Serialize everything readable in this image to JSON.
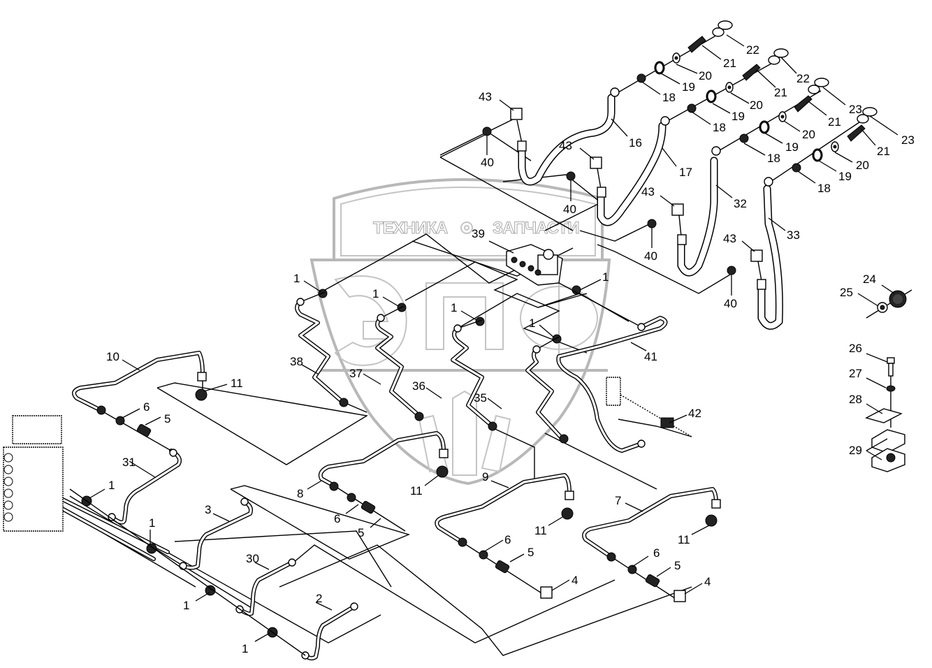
{
  "diagram": {
    "type": "exploded-parts-diagram",
    "subject": "hydraulic pilot lines and hoses",
    "watermark": {
      "text_left": "ТЕХНИКА",
      "text_right": "ЗАПЧАСТИ",
      "logo_letters": "ЭПФ",
      "icon": "gear-icon"
    },
    "callouts": [
      {
        "id": "c22a",
        "label": "22"
      },
      {
        "id": "c21a",
        "label": "21"
      },
      {
        "id": "c20a",
        "label": "20"
      },
      {
        "id": "c19a",
        "label": "19"
      },
      {
        "id": "c18a",
        "label": "18"
      },
      {
        "id": "c22b",
        "label": "22"
      },
      {
        "id": "c21b",
        "label": "21"
      },
      {
        "id": "c20b",
        "label": "20"
      },
      {
        "id": "c19b",
        "label": "19"
      },
      {
        "id": "c18b",
        "label": "18"
      },
      {
        "id": "c23a",
        "label": "23"
      },
      {
        "id": "c21c",
        "label": "21"
      },
      {
        "id": "c20c",
        "label": "20"
      },
      {
        "id": "c19c",
        "label": "19"
      },
      {
        "id": "c18c",
        "label": "18"
      },
      {
        "id": "c23b",
        "label": "23"
      },
      {
        "id": "c21d",
        "label": "21"
      },
      {
        "id": "c20d",
        "label": "20"
      },
      {
        "id": "c19d",
        "label": "19"
      },
      {
        "id": "c18d",
        "label": "18"
      },
      {
        "id": "c43a",
        "label": "43"
      },
      {
        "id": "c40a",
        "label": "40"
      },
      {
        "id": "c16",
        "label": "16"
      },
      {
        "id": "c17",
        "label": "17"
      },
      {
        "id": "c43b",
        "label": "43"
      },
      {
        "id": "c40b",
        "label": "40"
      },
      {
        "id": "c43c",
        "label": "43"
      },
      {
        "id": "c40c",
        "label": "40"
      },
      {
        "id": "c32",
        "label": "32"
      },
      {
        "id": "c33",
        "label": "33"
      },
      {
        "id": "c43d",
        "label": "43"
      },
      {
        "id": "c40d",
        "label": "40"
      },
      {
        "id": "c39",
        "label": "39"
      },
      {
        "id": "c1a",
        "label": "1"
      },
      {
        "id": "c1b",
        "label": "1"
      },
      {
        "id": "c1c",
        "label": "1"
      },
      {
        "id": "c1d",
        "label": "1"
      },
      {
        "id": "c1e",
        "label": "1"
      },
      {
        "id": "c41",
        "label": "41"
      },
      {
        "id": "c42",
        "label": "42"
      },
      {
        "id": "c38",
        "label": "38"
      },
      {
        "id": "c37",
        "label": "37"
      },
      {
        "id": "c36",
        "label": "36"
      },
      {
        "id": "c35",
        "label": "35"
      },
      {
        "id": "c24",
        "label": "24"
      },
      {
        "id": "c25",
        "label": "25"
      },
      {
        "id": "c26",
        "label": "26"
      },
      {
        "id": "c27",
        "label": "27"
      },
      {
        "id": "c28",
        "label": "28"
      },
      {
        "id": "c29",
        "label": "29"
      },
      {
        "id": "c10",
        "label": "10"
      },
      {
        "id": "c11a",
        "label": "11"
      },
      {
        "id": "c6a",
        "label": "6"
      },
      {
        "id": "c5a",
        "label": "5"
      },
      {
        "id": "c31",
        "label": "31"
      },
      {
        "id": "c1f",
        "label": "1"
      },
      {
        "id": "c1g",
        "label": "1"
      },
      {
        "id": "c1h",
        "label": "1"
      },
      {
        "id": "c1i",
        "label": "1"
      },
      {
        "id": "c3",
        "label": "3"
      },
      {
        "id": "c30",
        "label": "30"
      },
      {
        "id": "c2",
        "label": "2"
      },
      {
        "id": "c8",
        "label": "8"
      },
      {
        "id": "c6b",
        "label": "6"
      },
      {
        "id": "c5b",
        "label": "5"
      },
      {
        "id": "c11b",
        "label": "11"
      },
      {
        "id": "c9",
        "label": "9"
      },
      {
        "id": "c11c",
        "label": "11"
      },
      {
        "id": "c6c",
        "label": "6"
      },
      {
        "id": "c5c",
        "label": "5"
      },
      {
        "id": "c4a",
        "label": "4"
      },
      {
        "id": "c7",
        "label": "7"
      },
      {
        "id": "c11d",
        "label": "11"
      },
      {
        "id": "c6d",
        "label": "6"
      },
      {
        "id": "c5d",
        "label": "5"
      },
      {
        "id": "c4b",
        "label": "4"
      }
    ]
  }
}
